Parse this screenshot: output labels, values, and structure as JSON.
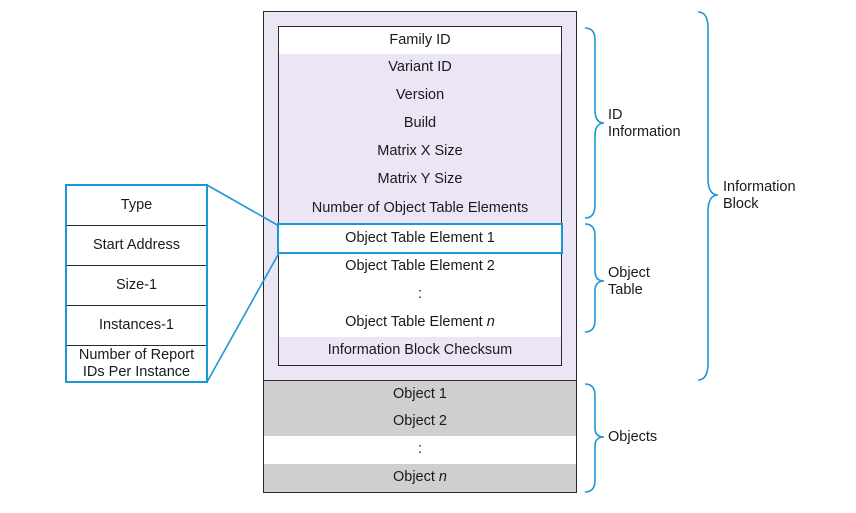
{
  "id_information_rows": [
    "Family ID",
    "Variant ID",
    "Version",
    "Build",
    "Matrix X Size",
    "Matrix Y Size",
    "Number of Object Table Elements"
  ],
  "object_table_rows": {
    "element_1": "Object Table Element 1",
    "element_2": "Object Table Element 2",
    "ellipsis": ":",
    "element_n_prefix": "Object Table Element ",
    "element_n_var": "n",
    "checksum": "Information Block Checksum"
  },
  "objects_rows": {
    "object_1": "Object 1",
    "object_2": "Object 2",
    "ellipsis": ":",
    "object_n_prefix": "Object ",
    "object_n_var": "n"
  },
  "element_detail": [
    "Type",
    "Start Address",
    "Size-1",
    "Instances-1",
    "Number of Report IDs Per Instance"
  ],
  "brace_labels": {
    "id_information": [
      "ID",
      "Information"
    ],
    "object_table": [
      "Object",
      "Table"
    ],
    "information_block": [
      "Information",
      "Block"
    ],
    "objects": "Objects"
  },
  "colors": {
    "info_block_fill": "#ebe5f5",
    "objects_fill": "#cfcfcf",
    "highlight": "#1a98d5",
    "brace": "#1a98d5"
  }
}
